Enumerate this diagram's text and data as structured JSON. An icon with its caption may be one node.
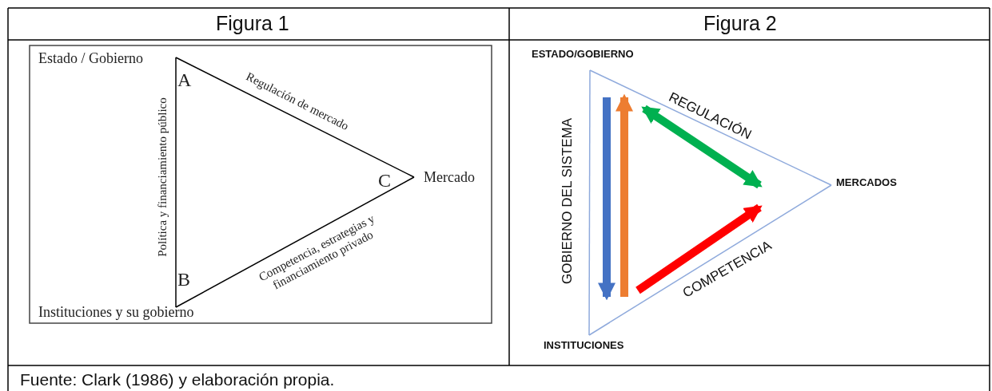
{
  "diagram": {
    "caption": "Fuente: Clark (1986) y elaboración propia.",
    "nodes": [
      {
        "text": [
          "A"
        ],
        "beside": [
          "Estado / Gobierno"
        ]
      },
      {
        "text": [
          "C"
        ],
        "beside": [
          "Mercado"
        ]
      },
      {
        "text": [
          "B"
        ],
        "beside": [
          "Instituciones y su gobierno"
        ]
      },
      {
        "text": [
          "ESTADO/GOBIERNO"
        ]
      },
      {
        "text": [
          "MERCADOS"
        ]
      },
      {
        "text": [
          "INSTITUCIONES"
        ]
      }
    ],
    "edges": [
      {
        "from": 0,
        "to": 1,
        "arrow": "none",
        "label": "Regulación de mercado"
      },
      {
        "from": 0,
        "to": 2,
        "arrow": "none",
        "label": "Política y financiamiento público"
      },
      {
        "from": 2,
        "to": 1,
        "arrow": "none",
        "label": "Competencia, estrategias y financiamiento privado"
      },
      {
        "from": 3,
        "to": 4,
        "arrow": "none",
        "label": "REGULACIÓN",
        "color": "#8faadc"
      },
      {
        "from": 3,
        "to": 5,
        "arrow": "none",
        "label": "GOBIERNO DEL SISTEMA",
        "color": "#8faadc"
      },
      {
        "from": 5,
        "to": 4,
        "arrow": "none",
        "label": "COMPETENCIA",
        "color": "#8faadc"
      },
      {
        "from": 3,
        "to": 5,
        "arrow": "to",
        "style": "thick",
        "color": "#4472c4"
      },
      {
        "from": 5,
        "to": 3,
        "arrow": "to",
        "style": "thick",
        "color": "#ed7d31"
      },
      {
        "from": 3,
        "to": 4,
        "arrow": "both",
        "style": "thick",
        "color": "#00b050"
      },
      {
        "from": 5,
        "to": 4,
        "arrow": "to",
        "style": "thick",
        "color": "#ff0000"
      }
    ],
    "labels": [
      "Figura 1",
      "Figura 2"
    ]
  }
}
